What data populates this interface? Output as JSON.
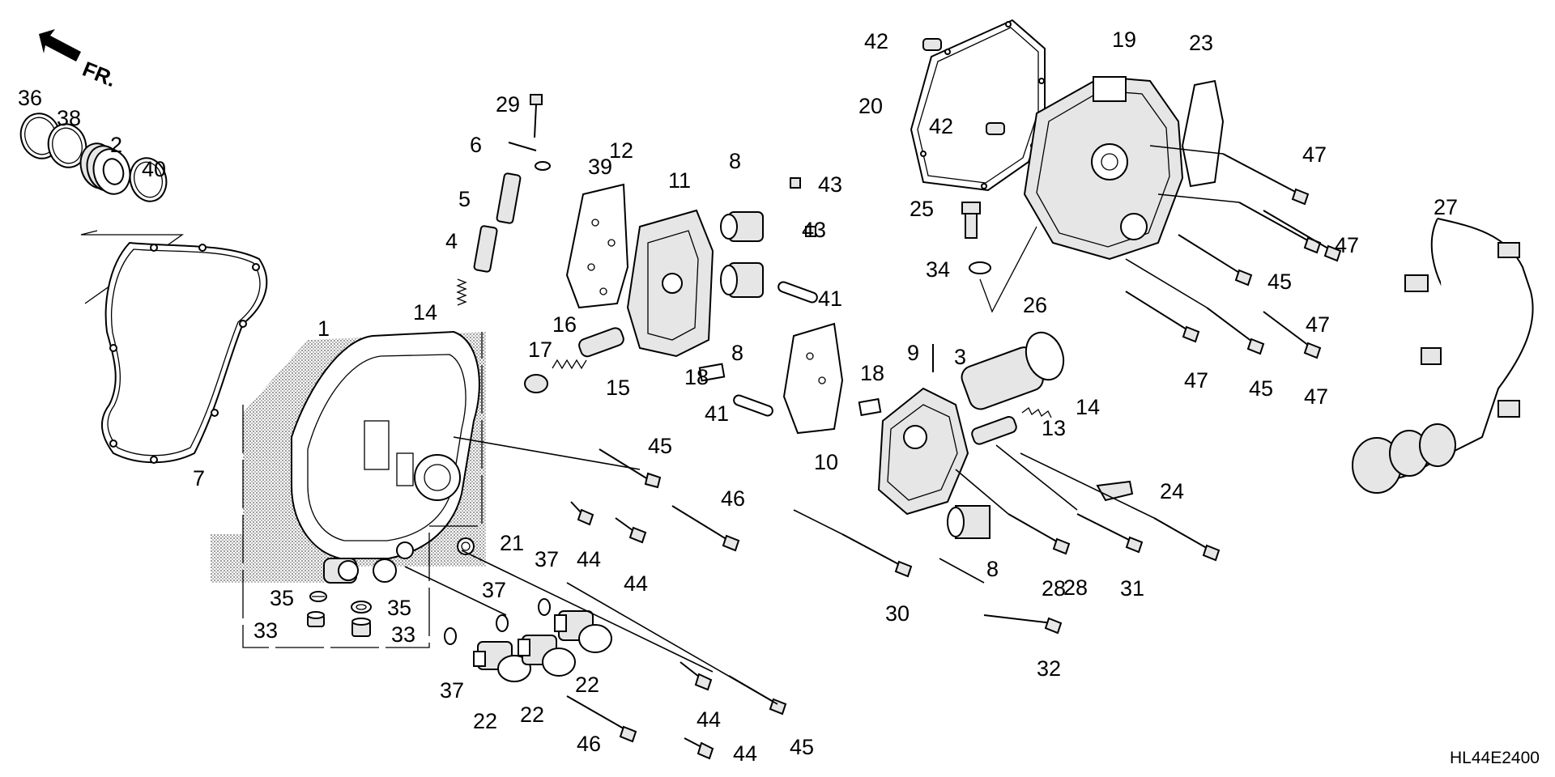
{
  "diagram": {
    "code": "HL44E2400",
    "direction": "FR.",
    "labels": [
      "36",
      "38",
      "2",
      "40",
      "7",
      "1",
      "29",
      "6",
      "39",
      "5",
      "4",
      "14",
      "17",
      "16",
      "15",
      "12",
      "11",
      "8",
      "43",
      "43",
      "8",
      "41",
      "18",
      "41",
      "10",
      "18",
      "45",
      "44",
      "44",
      "46",
      "21",
      "37",
      "37",
      "37",
      "35",
      "35",
      "33",
      "33",
      "22",
      "22",
      "22",
      "44",
      "46",
      "44",
      "45",
      "42",
      "20",
      "42",
      "19",
      "23",
      "25",
      "34",
      "9",
      "3",
      "26",
      "14",
      "13",
      "24",
      "8",
      "28",
      "31",
      "30",
      "32",
      "28",
      "47",
      "47",
      "45",
      "47",
      "47",
      "45",
      "47",
      "27"
    ]
  }
}
